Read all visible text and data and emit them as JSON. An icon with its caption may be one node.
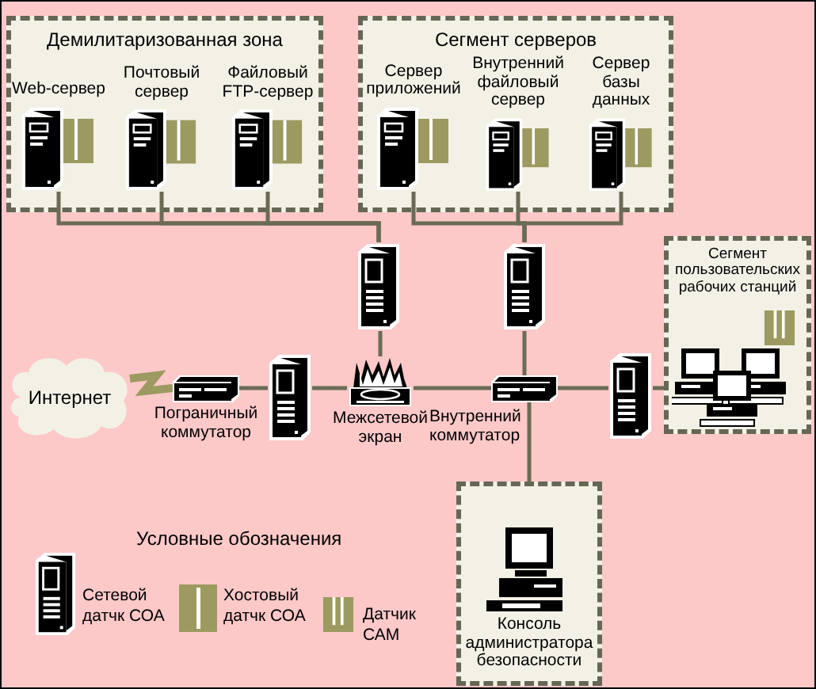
{
  "diagram": {
    "nodes": [
      {
        "text": [
          "Демилитаризованная зона"
        ]
      },
      {
        "text": [
          "Web-сервер"
        ],
        "in": 0
      },
      {
        "text": [
          "Почтовый сервер"
        ],
        "in": 0
      },
      {
        "text": [
          "Файловый FTP-сервер"
        ],
        "in": 0
      },
      {
        "text": [
          "Сегмент серверов"
        ]
      },
      {
        "text": [
          "Сервер приложений"
        ],
        "in": 4
      },
      {
        "text": [
          "Внутренний файловый сервер"
        ],
        "in": 4
      },
      {
        "text": [
          "Сервер базы данных"
        ],
        "in": 4
      },
      {
        "text": [],
        "shape": "picture"
      },
      {
        "text": [],
        "shape": "picture"
      },
      {
        "text": [
          "Интернет"
        ]
      },
      {
        "text": [],
        "shape": "picture",
        "beside": [
          "Пограничный коммутатор"
        ]
      },
      {
        "text": [],
        "shape": "picture"
      },
      {
        "text": [],
        "shape": "picture",
        "beside": [
          "Межсетевой экран"
        ]
      },
      {
        "text": [],
        "shape": "picture",
        "beside": [
          "Внутренний коммутатор"
        ]
      },
      {
        "text": [],
        "shape": "picture"
      },
      {
        "text": [
          "Сегмент пользовательских рабочих станций"
        ]
      },
      {
        "text": [
          "Консоль администратора безопасности"
        ]
      }
    ],
    "edges": [
      {
        "from": 1,
        "to": 8,
        "arrow": "none"
      },
      {
        "from": 2,
        "to": 8,
        "arrow": "none"
      },
      {
        "from": 3,
        "to": 8,
        "arrow": "none"
      },
      {
        "from": 5,
        "to": 9,
        "arrow": "none"
      },
      {
        "from": 6,
        "to": 9,
        "arrow": "none"
      },
      {
        "from": 7,
        "to": 9,
        "arrow": "none"
      },
      {
        "from": 8,
        "to": 13,
        "arrow": "none"
      },
      {
        "from": 10,
        "to": 11,
        "arrow": "none",
        "style": "thick",
        "color": "#9c9a60"
      },
      {
        "from": 11,
        "to": 12,
        "arrow": "none"
      },
      {
        "from": 12,
        "to": 13,
        "arrow": "none"
      },
      {
        "from": 13,
        "to": 14,
        "arrow": "none"
      },
      {
        "from": 9,
        "to": 14,
        "arrow": "none"
      },
      {
        "from": 14,
        "to": 15,
        "arrow": "none"
      },
      {
        "from": 15,
        "to": 16,
        "arrow": "none"
      },
      {
        "from": 14,
        "to": 17,
        "arrow": "none"
      }
    ],
    "labels": [
      "Условные обозначения"
    ],
    "legend": [
      {
        "text": "Сетевой датчк СОА"
      },
      {
        "text": "Хостовый датчк СОА"
      },
      {
        "text": "Датчик САМ"
      }
    ]
  }
}
